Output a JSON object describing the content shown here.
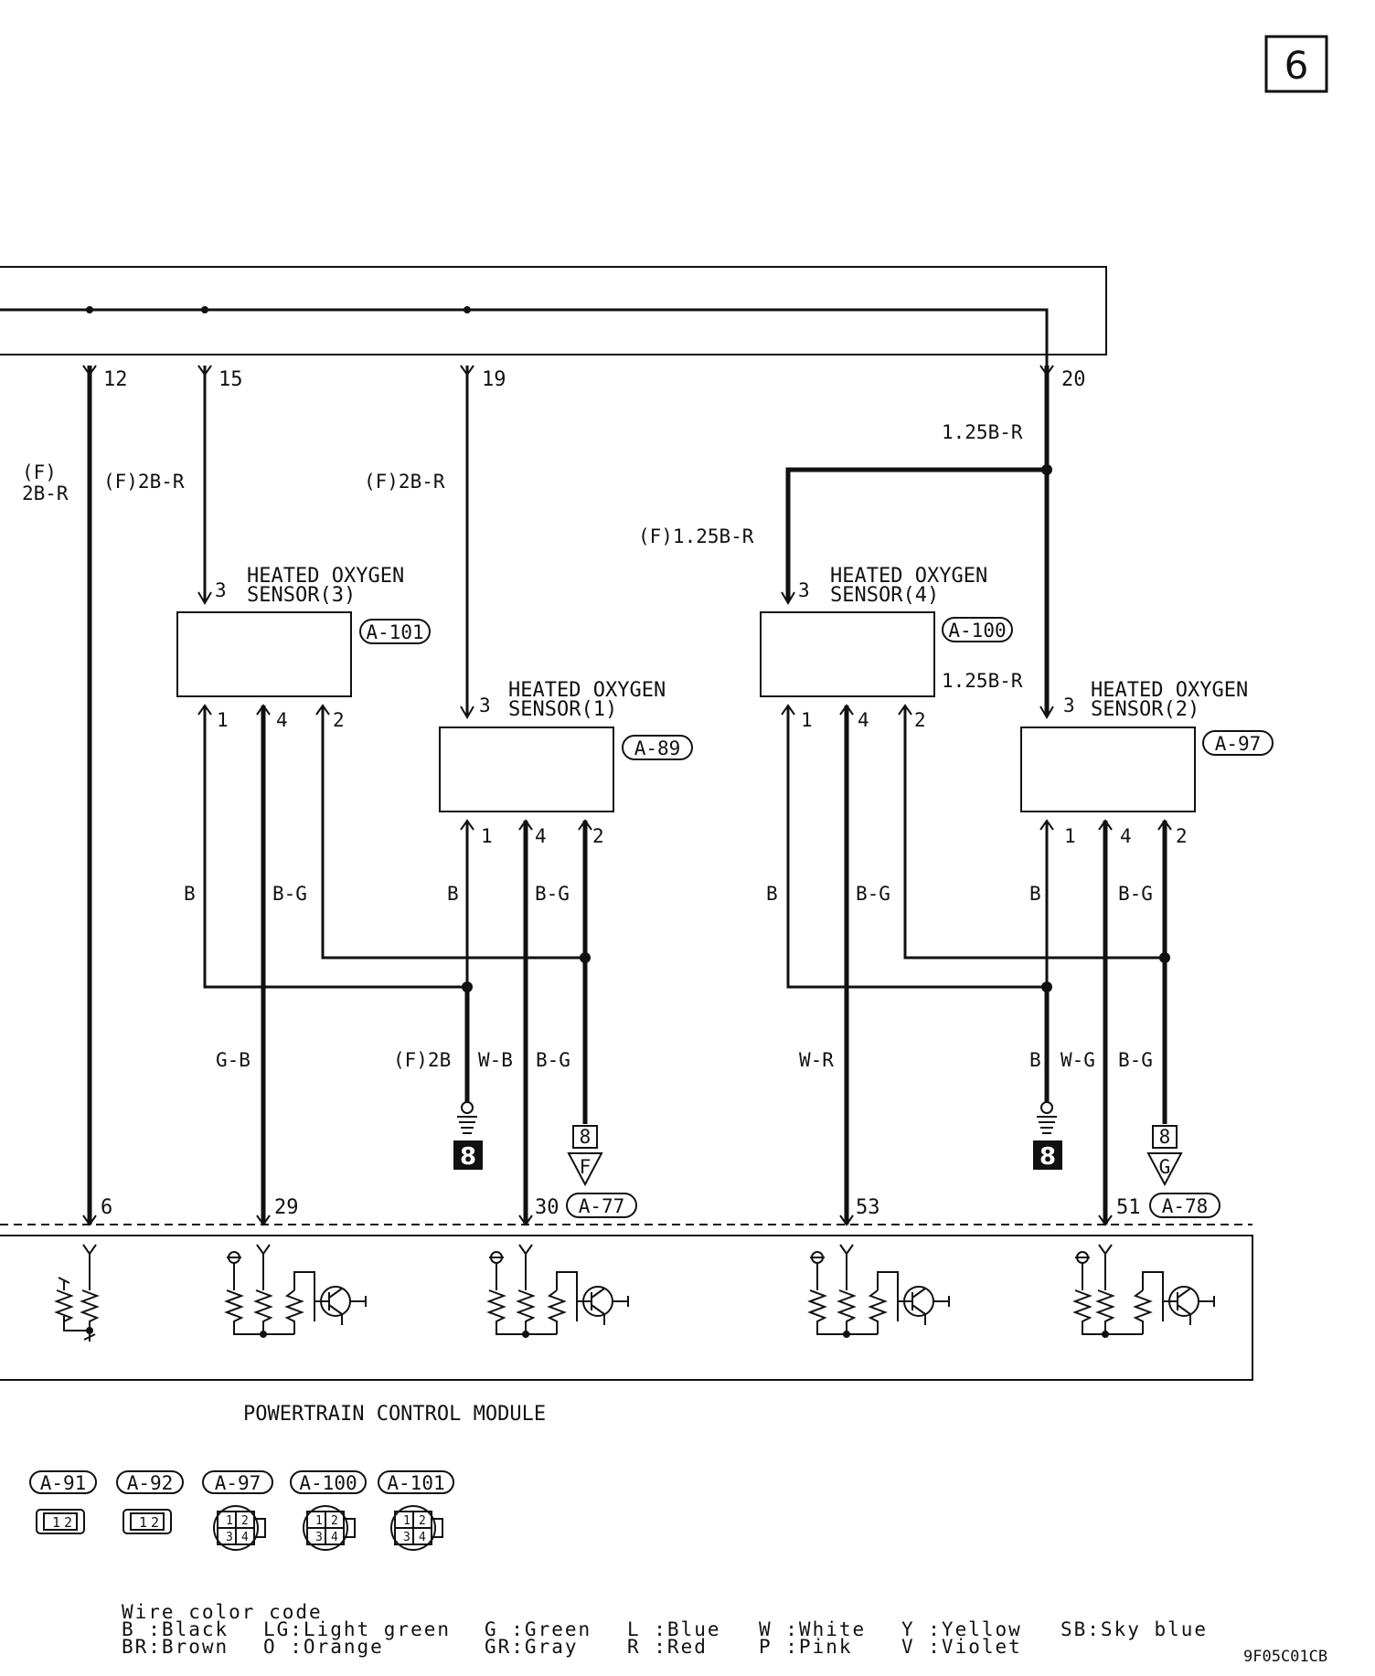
{
  "page_number": "6",
  "figure_code": "9F05C01CB",
  "pins_top": [
    "12",
    "15",
    "19",
    "20"
  ],
  "wire_labels": {
    "f_2b_r_stacked_line1": "(F)",
    "f_2b_r_stacked_line2": "2B-R",
    "f_2b_r_pin15": "(F)2B-R",
    "f_2b_r_pin19": "(F)2B-R",
    "r125_top": "1.25B-R",
    "f_125b_r": "(F)1.25B-R",
    "r125_mid": "1.25B-R",
    "s3_b": "B",
    "s3_bg": "B-G",
    "s1_b": "B",
    "s1_bg": "B-G",
    "s4_b": "B",
    "s4_bg": "B-G",
    "s2_b": "B",
    "s2_bg": "B-G",
    "gb": "G-B",
    "f_2b": "(F)2B",
    "wb": "W-B",
    "bg_left": "B-G",
    "wr": "W-R",
    "b_right": "B",
    "wg": "W-G",
    "bg_right": "B-G"
  },
  "sensors": [
    {
      "line1": "HEATED OXYGEN",
      "line2": "SENSOR(3)",
      "connector": "A-101",
      "pin_in": "3",
      "pins": [
        "1",
        "4",
        "2"
      ]
    },
    {
      "line1": "HEATED OXYGEN",
      "line2": "SENSOR(1)",
      "connector": "A-89",
      "pin_in": "3",
      "pins": [
        "1",
        "4",
        "2"
      ]
    },
    {
      "line1": "HEATED OXYGEN",
      "line2": "SENSOR(4)",
      "connector": "A-100",
      "pin_in": "3",
      "pins": [
        "1",
        "4",
        "2"
      ]
    },
    {
      "line1": "HEATED OXYGEN",
      "line2": "SENSOR(2)",
      "connector": "A-97",
      "pin_in": "3",
      "pins": [
        "1",
        "4",
        "2"
      ]
    }
  ],
  "ground_marker": "8",
  "junctions": [
    {
      "box": "8",
      "letter": "F"
    },
    {
      "box": "8",
      "letter": "G"
    }
  ],
  "pcm_pins": [
    "6",
    "29",
    "30",
    "53",
    "51"
  ],
  "pcm_connectors": [
    "A-77",
    "A-78"
  ],
  "pcm_label": "POWERTRAIN CONTROL MODULE",
  "connector_views": [
    "A-91",
    "A-92",
    "A-97",
    "A-100",
    "A-101"
  ],
  "connector_view_pins": {
    "two_pin": [
      "1",
      "2"
    ],
    "four_pin": [
      "1",
      "2",
      "3",
      "4"
    ]
  },
  "legend": {
    "title": "Wire color code",
    "col1": [
      "B :Black",
      "BR:Brown"
    ],
    "col2": [
      "LG:Light green",
      "O :Orange"
    ],
    "col3": [
      "G :Green",
      "GR:Gray"
    ],
    "col4": [
      "L :Blue",
      "R :Red"
    ],
    "col5": [
      "W :White",
      "P :Pink"
    ],
    "col6": [
      "Y :Yellow",
      "V :Violet"
    ],
    "col7": [
      "SB:Sky blue"
    ]
  }
}
